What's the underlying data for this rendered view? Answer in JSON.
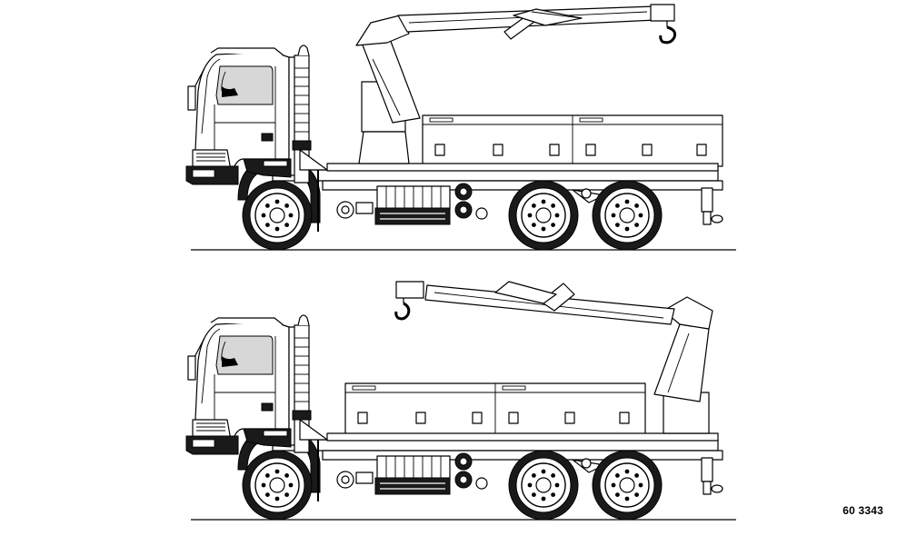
{
  "figure": {
    "reference_code": "60 3343",
    "views": [
      {
        "name": "truck-with-crane-behind-cab",
        "crane_position": "front"
      },
      {
        "name": "truck-with-crane-at-rear",
        "crane_position": "rear"
      }
    ]
  },
  "colors": {
    "line": "#000000",
    "window": "#d7d7d7",
    "dark_parts": "#1a1a1a",
    "background": "#ffffff"
  }
}
